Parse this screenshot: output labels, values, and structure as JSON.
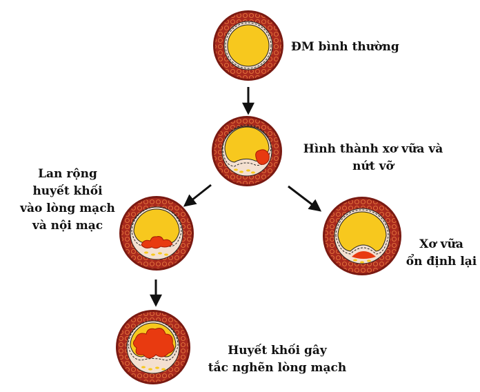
{
  "diagram": {
    "stages": [
      {
        "id": "normal",
        "label_lines": [
          "ĐM bình thường"
        ]
      },
      {
        "id": "rupture",
        "label_lines": [
          "Hình thành xơ vữa và",
          "nứt vỡ"
        ]
      },
      {
        "id": "spread",
        "label_lines": [
          "Lan rộng",
          "huyết khối",
          "vào lòng mạch",
          "và nội mạc"
        ]
      },
      {
        "id": "stabilized",
        "label_lines": [
          "Xơ vữa",
          "ổn định lại"
        ]
      },
      {
        "id": "occlusion",
        "label_lines": [
          "Huyết khối gây",
          "tắc nghẽn lòng mạch"
        ]
      }
    ],
    "colors": {
      "wall_outer": "#7a1a12",
      "wall_mid": "#a8291d",
      "wall_pattern": "#e0703a",
      "intima": "#f4e0d0",
      "lumen": "#f7c81e",
      "thrombus": "#e83a10",
      "plaque_dots": "#f7c81e",
      "arrow": "#111111"
    }
  }
}
